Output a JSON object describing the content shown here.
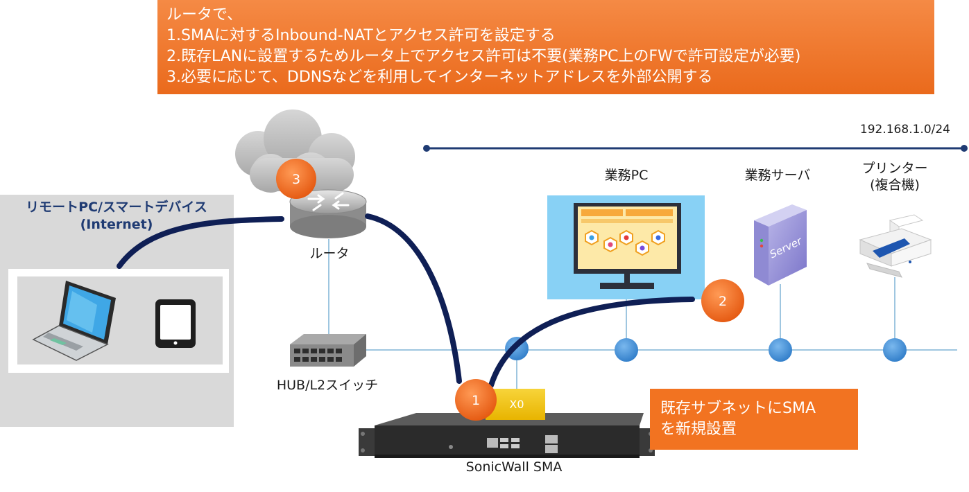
{
  "banner": {
    "lines": [
      "ルータで、",
      "1.SMAに対するInbound-NATとアクセス許可を設定する",
      "2.既存LANに設置するためルータ上でアクセス許可は不要(業務PC上のFWで許可設定が必要)",
      "3.必要に応じて、DDNSなどを利用してインターネットアドレスを外部公開する"
    ]
  },
  "remote": {
    "title_line1": "リモートPC/スマートデバイス",
    "title_line2": "(Internet)"
  },
  "router": {
    "label": "ルータ"
  },
  "hub": {
    "label": "HUB/L2スイッチ"
  },
  "sma": {
    "label": "SonicWall SMA",
    "port_label": "X0"
  },
  "network": {
    "subnet": "192.168.1.0/24"
  },
  "devices": {
    "business_pc": "業務PC",
    "business_server": "業務サーバ",
    "server_text": "Server",
    "printer_line1": "プリンター",
    "printer_line2": "(複合機)"
  },
  "callout": {
    "line1": "既存サブネットにSMA",
    "line2": "を新規設置"
  },
  "steps": [
    "1",
    "2",
    "3"
  ],
  "colors": {
    "banner": "#f07a2c",
    "remote_panel": "#d9d9d9",
    "arrow": "#0f1f55",
    "lan_line": "#7fb3d6",
    "node": "#4a90d9",
    "step_badge": "#f06a1c",
    "callout": "#f27321",
    "port": "#f2c40e"
  }
}
